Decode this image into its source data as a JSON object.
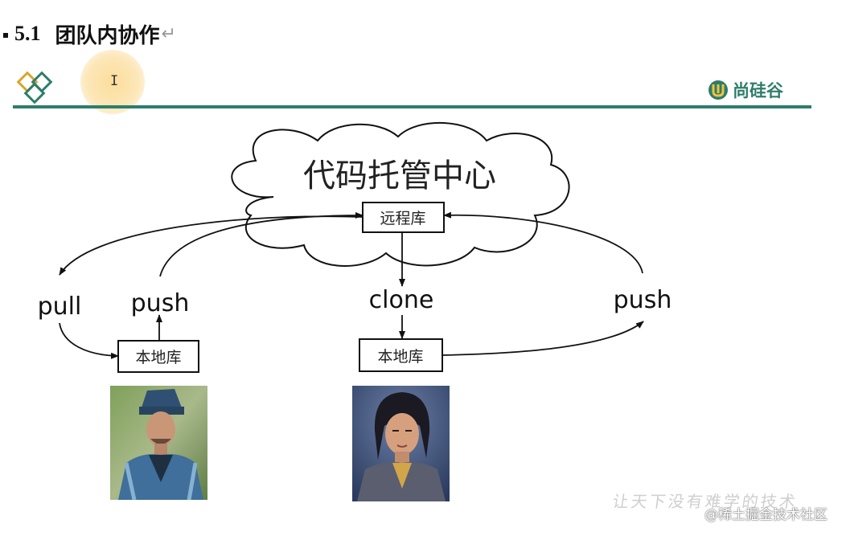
{
  "heading": {
    "number": "5.1",
    "title": "团队内协作",
    "return_mark": "↵"
  },
  "brand": {
    "name": "尚硅谷",
    "color": "#2e7d6b"
  },
  "diagram": {
    "cloud_label": "代码托管中心",
    "remote_repo": "远程库",
    "local_repo_left": "本地库",
    "local_repo_right": "本地库",
    "label_pull": "pull",
    "label_push_left": "push",
    "label_clone": "clone",
    "label_push_right": "push"
  },
  "watermark": "让天下没有难学的技术",
  "credit": "@稀土掘金技术社区",
  "cursor_glyph": "I",
  "icons": [
    "diamond-logo-icon",
    "brand-logo-icon"
  ]
}
